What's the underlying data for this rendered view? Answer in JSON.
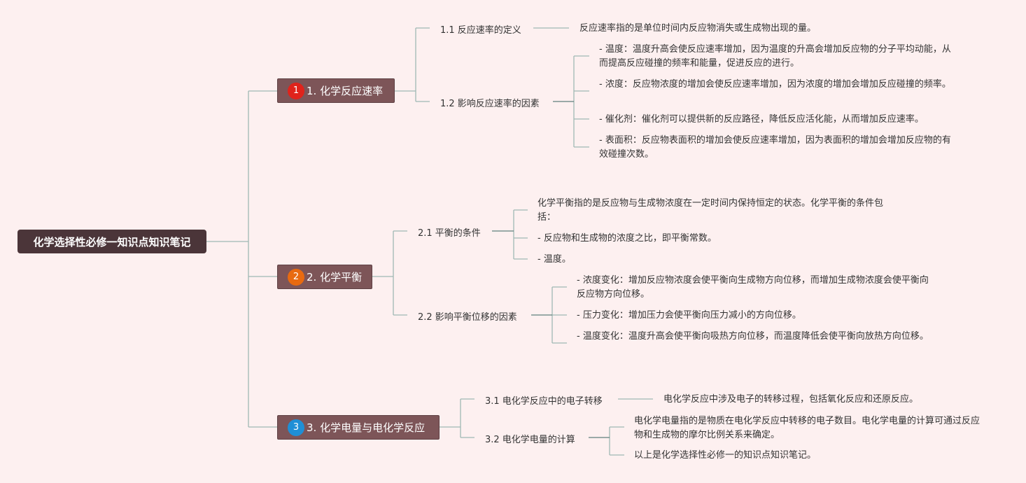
{
  "root": {
    "label": "化学选择性必修一知识点知识笔记"
  },
  "branches": [
    {
      "number": "1",
      "label": "1. 化学反应速率",
      "color": "#e0231b",
      "subs": [
        {
          "label": "1.1 反应速率的定义",
          "leaves": [
            "反应速率指的是单位时间内反应物消失或生成物出现的量。"
          ]
        },
        {
          "label": "1.2 影响反应速率的因素",
          "leaves": [
            "- 温度：温度升高会使反应速率增加，因为温度的升高会增加反应物的分子平均动能，从而提高反应碰撞的频率和能量，促进反应的进行。",
            "- 浓度：反应物浓度的增加会使反应速率增加，因为浓度的增加会增加反应碰撞的频率。",
            "- 催化剂：催化剂可以提供新的反应路径，降低反应活化能，从而增加反应速率。",
            "- 表面积：反应物表面积的增加会使反应速率增加，因为表面积的增加会增加反应物的有效碰撞次数。"
          ]
        }
      ]
    },
    {
      "number": "2",
      "label": "2. 化学平衡",
      "color": "#e86a10",
      "subs": [
        {
          "label": "2.1 平衡的条件",
          "leaves": [
            "化学平衡指的是反应物与生成物浓度在一定时间内保持恒定的状态。化学平衡的条件包括：",
            "- 反应物和生成物的浓度之比，即平衡常数。",
            "- 温度。"
          ]
        },
        {
          "label": "2.2 影响平衡位移的因素",
          "leaves": [
            "- 浓度变化：增加反应物浓度会使平衡向生成物方向位移，而增加生成物浓度会使平衡向反应物方向位移。",
            "- 压力变化：增加压力会使平衡向压力减小的方向位移。",
            "- 温度变化：温度升高会使平衡向吸热方向位移，而温度降低会使平衡向放热方向位移。"
          ]
        }
      ]
    },
    {
      "number": "3",
      "label": "3. 化学电量与电化学反应",
      "color": "#1f8fd6",
      "subs": [
        {
          "label": "3.1 电化学反应中的电子转移",
          "leaves": [
            "电化学反应中涉及电子的转移过程，包括氧化反应和还原反应。"
          ]
        },
        {
          "label": "3.2 电化学电量的计算",
          "leaves": [
            "电化学电量指的是物质在电化学反应中转移的电子数目。电化学电量的计算可通过反应物和生成物的摩尔比例关系来确定。",
            "以上是化学选择性必修一的知识点知识笔记。"
          ]
        }
      ]
    }
  ],
  "colors": {
    "background": "#fdf0f0",
    "root_fill": "#4b3539",
    "branch_fill": "#7d5558",
    "connector": "#9fb8b4",
    "connector_dark": "#5f7f7c"
  }
}
